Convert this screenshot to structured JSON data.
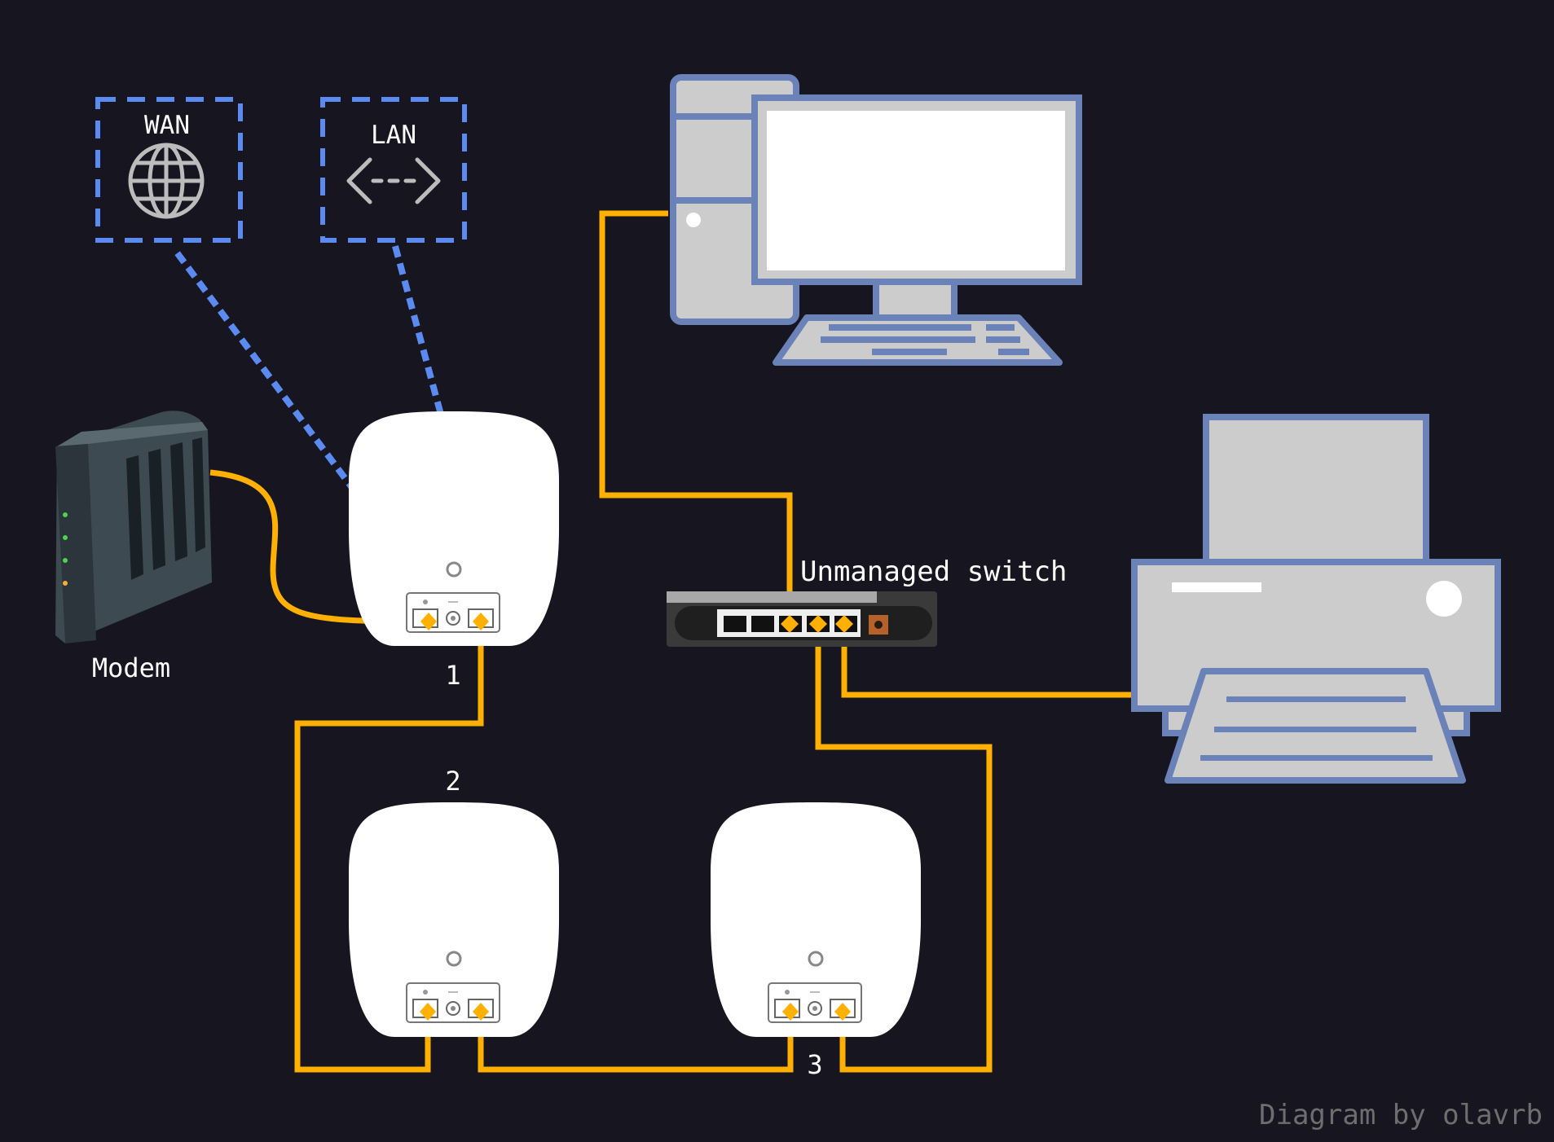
{
  "labels": {
    "wan": "WAN",
    "lan": "LAN",
    "modem": "Modem",
    "switch": "Unmanaged switch",
    "router1": "1",
    "router2": "2",
    "router3": "3",
    "credit": "Diagram by olavrb"
  },
  "colors": {
    "background": "#17151f",
    "cable": "#ffb000",
    "dotted": "#5b8bf0",
    "device_outline": "#6a82b8",
    "device_fill": "#cccccc",
    "router_body": "#ffffff",
    "credit_text": "#6e6e6e"
  },
  "icons": [
    "globe-icon",
    "lan-arrows-icon",
    "modem-icon",
    "router-icon",
    "switch-icon",
    "computer-icon",
    "printer-icon"
  ]
}
